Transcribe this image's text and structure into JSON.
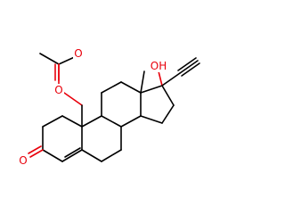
{
  "molecule": {
    "atoms": {
      "oxygen_ester": "O",
      "oxygen_carbonyl_acetyl": "O",
      "hydroxyl": "OH",
      "ketone_oxygen": "O"
    },
    "colors": {
      "bond": "#000000",
      "oxygen": "#e8000b",
      "background": "#ffffff"
    }
  }
}
